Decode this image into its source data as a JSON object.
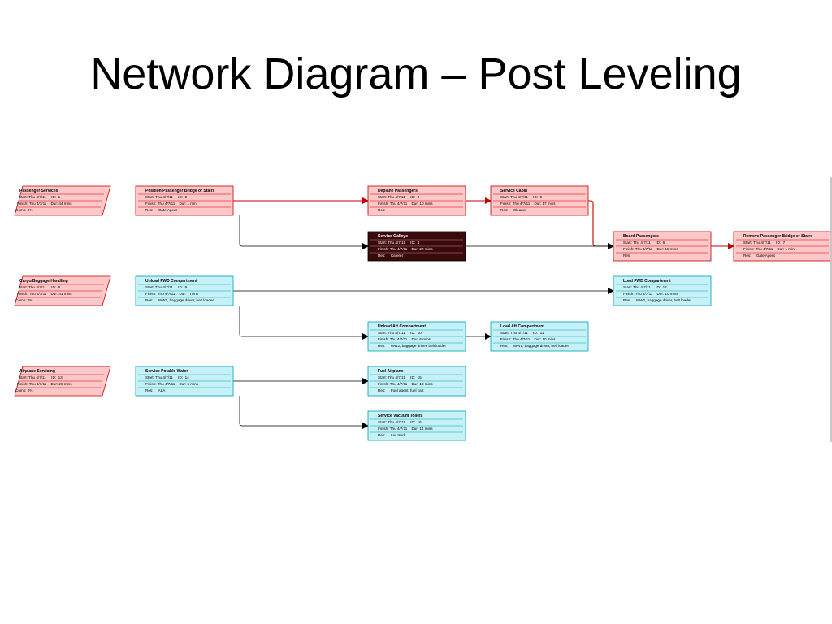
{
  "slide": {
    "title": "Network Diagram – Post Leveling"
  },
  "colors": {
    "critical_fill": "#ffc7c7",
    "critical_border": "#c00000",
    "normal_fill": "#c5f1f7",
    "normal_border": "#00a0b8",
    "selected_fill": "#3a0a0a",
    "selected_text": "#ffffff",
    "critical_arrow": "#c00000",
    "normal_arrow": "#000000"
  },
  "nodes": [
    {
      "id": "summary-passenger",
      "shape": "summary",
      "style": "critical",
      "title": "Passenger Services",
      "rows": [
        "Start: Thu 4/7/11     ID:  1",
        "Finish: Thu 4/7/11    Dur: 44 mins",
        "Comp: 0%"
      ]
    },
    {
      "id": "task-2",
      "shape": "task",
      "style": "critical",
      "title": "Position Passenger Bridge or Stairs",
      "rows": [
        "Start: Thu 4/7/11     ID:  2",
        "Finish: Thu 4/7/11    Dur: 1 min",
        "Res:     Gate Agent"
      ]
    },
    {
      "id": "task-3",
      "shape": "task",
      "style": "critical",
      "title": "Deplane Passengers",
      "rows": [
        "Start: Thu 4/7/11     ID:  3",
        "Finish: Thu 4/7/11    Dur: 10 mins",
        "Res:"
      ]
    },
    {
      "id": "task-5",
      "shape": "task",
      "style": "critical",
      "title": "Service Cabin",
      "rows": [
        "Start: Thu 4/7/11     ID:  5",
        "Finish: Thu 4/7/11    Dur: 17 mins",
        "Res:     Cleaner"
      ]
    },
    {
      "id": "task-4",
      "shape": "task",
      "style": "selected",
      "title": "Service Galleys",
      "rows": [
        "Start: Thu 4/7/11     ID:  4",
        "Finish: Thu 4/7/11    Dur: 22 mins",
        "Res:     Caterer"
      ]
    },
    {
      "id": "task-6",
      "shape": "task",
      "style": "critical",
      "title": "Board Passengers",
      "rows": [
        "Start: Thu 4/7/11     ID:  6",
        "Finish: Thu 4/7/11    Dur: 15 mins",
        "Res:"
      ]
    },
    {
      "id": "task-7",
      "shape": "task",
      "style": "critical",
      "title": "Remove Passenger Bridge or Stairs",
      "rows": [
        "Start: Thu 4/7/11     ID:  7",
        "Finish: Thu 4/7/11    Dur: 1 min",
        "Res:     Gate Agent"
      ]
    },
    {
      "id": "summary-cargo",
      "shape": "summary",
      "style": "critical",
      "title": "Cargo/Baggage Handling",
      "rows": [
        "Start: Thu 4/7/11     ID:  8",
        "Finish: Thu 4/7/11    Dur: 41 mins",
        "Comp: 0%"
      ]
    },
    {
      "id": "task-9",
      "shape": "task",
      "style": "normal",
      "title": "Unload FWD Compartment",
      "rows": [
        "Start: Thu 4/7/11     ID:  9",
        "Finish: Thu 4/7/11    Dur: 7 mins",
        "Res:     WW1, baggage driver, belt loader"
      ]
    },
    {
      "id": "task-10",
      "shape": "task",
      "style": "normal",
      "title": "Unload Aft Compartment",
      "rows": [
        "Start: Thu 4/7/11     ID:  10",
        "Finish: Thu 4/7/11    Dur: 6 mins",
        "Res:     WW2, baggage driver, belt loader"
      ]
    },
    {
      "id": "task-11",
      "shape": "task",
      "style": "normal",
      "title": "Load Aft Compartment",
      "rows": [
        "Start: Thu 4/7/11     ID:  11",
        "Finish: Thu 4/7/11    Dur: 10 mins",
        "Res:     WW1, baggage driver, belt loader"
      ]
    },
    {
      "id": "task-12",
      "shape": "task",
      "style": "normal",
      "title": "Load FWD Compartment",
      "rows": [
        "Start: Thu 4/7/11     ID:  12",
        "Finish: Thu 4/7/11    Dur: 10 mins",
        "Res:     WW2, baggage driver, belt loader"
      ]
    },
    {
      "id": "summary-airplane",
      "shape": "summary",
      "style": "critical",
      "title": "Airplane Servicing",
      "rows": [
        "Start: Thu 4/7/11     ID:  13",
        "Finish: Thu 4/7/11    Dur: 20 mins",
        "Comp: 0%"
      ]
    },
    {
      "id": "task-14",
      "shape": "task",
      "style": "normal",
      "title": "Service Potable Water",
      "rows": [
        "Start: Thu 4/7/11     ID:  14",
        "Finish: Thu 4/7/11    Dur: 6 mins",
        "Res:     ALA"
      ]
    },
    {
      "id": "task-15",
      "shape": "task",
      "style": "normal",
      "title": "Fuel Airplane",
      "rows": [
        "Start: Thu 4/7/11     ID:  15",
        "Finish: Thu 4/7/11    Dur: 13 mins",
        "Res:     Fuel agent, fuel cart"
      ]
    },
    {
      "id": "task-16",
      "shape": "task",
      "style": "normal",
      "title": "Service Vacuum Toilets",
      "rows": [
        "Start: Thu 4/7/11     ID:  16",
        "Finish: Thu 4/7/11    Dur: 14 mins",
        "Res:     Lav truck"
      ]
    }
  ],
  "links": [
    {
      "from": "task-2",
      "to": "task-3",
      "critical": true
    },
    {
      "from": "task-2",
      "to": "task-4",
      "critical": false
    },
    {
      "from": "task-3",
      "to": "task-5",
      "critical": true
    },
    {
      "from": "task-5",
      "to": "task-6",
      "critical": true
    },
    {
      "from": "task-4",
      "to": "task-6",
      "critical": false
    },
    {
      "from": "task-6",
      "to": "task-7",
      "critical": true
    },
    {
      "from": "task-9",
      "to": "task-12",
      "critical": false
    },
    {
      "from": "task-9",
      "to": "task-10",
      "critical": false
    },
    {
      "from": "task-10",
      "to": "task-11",
      "critical": false
    },
    {
      "from": "task-14",
      "to": "task-15",
      "critical": false
    },
    {
      "from": "task-14",
      "to": "task-16",
      "critical": false
    }
  ]
}
